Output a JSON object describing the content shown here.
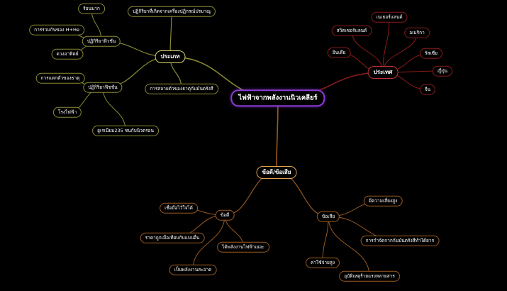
{
  "colors": {
    "root_border": "#8a3ad6",
    "olive": "#8a8a34",
    "red": "#8b1a1a",
    "brown": "#9a5a22"
  },
  "nodes": {
    "root": "ไฟฟ้าจากพลังงานนิวเคลียร์",
    "type": "ประเภท",
    "country": "ประเทศ",
    "proscons": "ข้อดี/ข้อเสีย",
    "fusion": "ปฏิกิริยาฟิวชั่น",
    "fission": "ปฏิกิริยาฟิชชั่น",
    "reactor_power": "ปฏิกิริยาที่เกิดจากเครื่องปฏิกรณ์ปรมาณู",
    "radioactive_decay": "การสลายตัวของธาตุกัมมันตรังสี",
    "thousand_k": "ร้อนมาก",
    "h_he_merge": "การรวมกันของ H+He",
    "sun": "ดวงอาทิตย์",
    "element_split": "การแตกตัวของธาตุ",
    "power_plant": "โรงไฟฟ้า",
    "uranium": "ยูเรเนียม235 ชนกับนิวตรอน",
    "netherlands": "เนเธอร์แลนด์",
    "switzerland": "สวิตเซอร์แลนด์",
    "usa": "อเมริกา",
    "india": "อินเดีย",
    "russia": "รัสเซีย",
    "japan": "ญี่ปุ่น",
    "china": "จีน",
    "pros": "ข้อดี",
    "cons": "ข้อเสีย",
    "reliable": "เชื่อถือไว้ใจได้",
    "cheap_fuel": "ราคาถูกเมื่อเทียบกับแบบอื่น",
    "high_output": "ได้พลังงานไฟฟ้าเยอะ",
    "clean_energy": "เป็นพลังงานสะอาด",
    "high_risk": "มีความเสี่ยงสูง",
    "waste_disposal": "การกำจัดกากกัมมันตรังสีทำได้ยาก",
    "high_cost": "ค่าใช้จ่ายสูง",
    "accident_impact": "อุบัติเหตุร้ายแรงหลายสาร"
  }
}
